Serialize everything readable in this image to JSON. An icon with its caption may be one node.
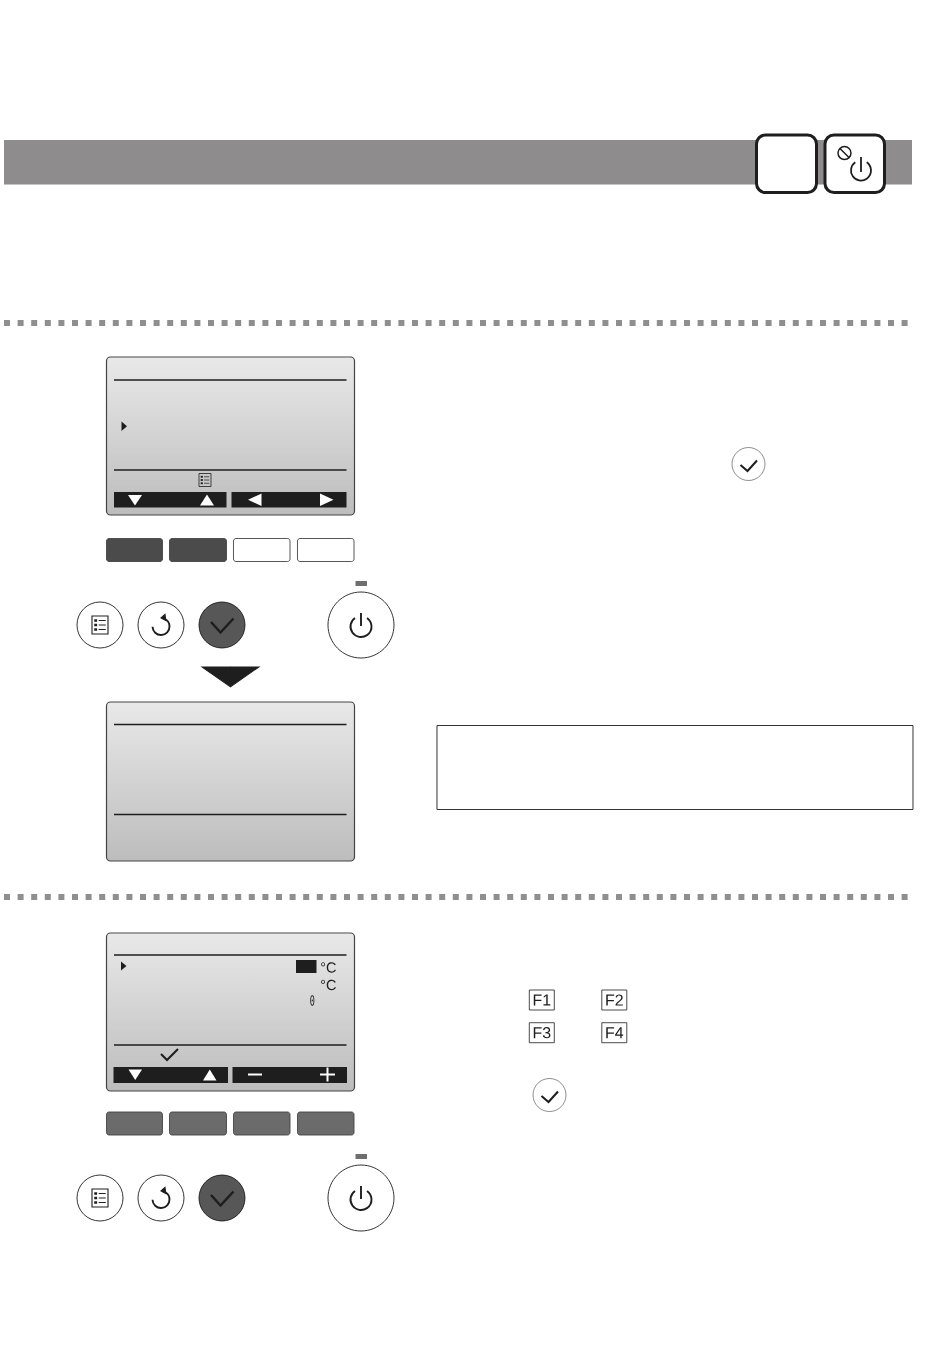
{
  "diagram": {
    "nodes": [
      {
        "text": [],
        "shape": "box"
      },
      {
        "text": [],
        "shape": "box"
      },
      {
        "text": [],
        "shape": "box"
      },
      {
        "text": [
          "°C",
          "°C",
          "0"
        ]
      },
      {
        "text": [
          "F1"
        ]
      },
      {
        "text": [
          "F2"
        ]
      },
      {
        "text": [
          "F3"
        ]
      },
      {
        "text": [
          "F4"
        ]
      }
    ],
    "edges": [
      {
        "from": null,
        "to": 1,
        "arrow": "to"
      }
    ]
  }
}
